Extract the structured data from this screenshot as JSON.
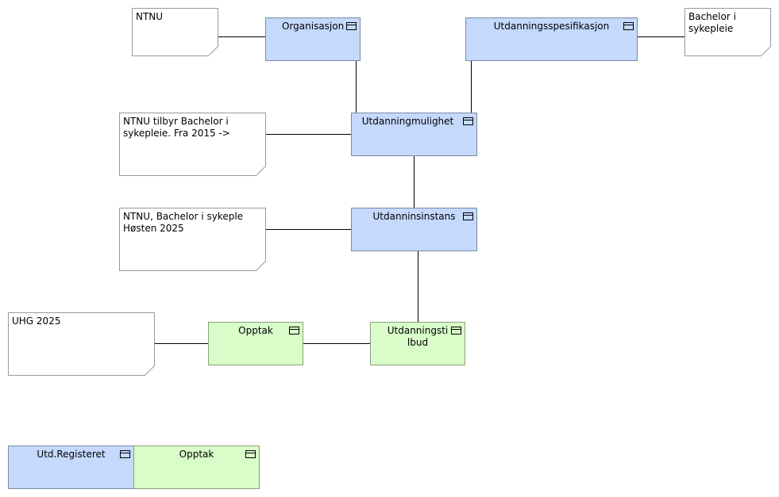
{
  "notes": {
    "ntnu": "NTNU",
    "bachelor": "Bachelor i sykepleie",
    "ntnu_tilbyr": "NTNU tilbyr Bachelor i sykepleie. Fra 2015 ->",
    "ntnu_hosten": "NTNU, Bachelor i sykeple\nHøsten 2025",
    "uhg": "UHG 2025"
  },
  "elements": {
    "organisasjon": "Organisasjon",
    "utdanningsspesifikasjon": "Utdanningsspesifikasjon",
    "utdanningmulighet": "Utdanningmulighet",
    "utdanninsinstans": "Utdanninsinstans",
    "opptak": "Opptak",
    "utdanningstilbud": "Utdanningsti\nlbud"
  },
  "legend": {
    "utd_registeret": "Utd.Registeret",
    "opptak": "Opptak"
  },
  "colors": {
    "blue_fill": "#c5d9fd",
    "green_fill": "#d9fdc9"
  },
  "icons": {
    "element": "component-icon"
  }
}
